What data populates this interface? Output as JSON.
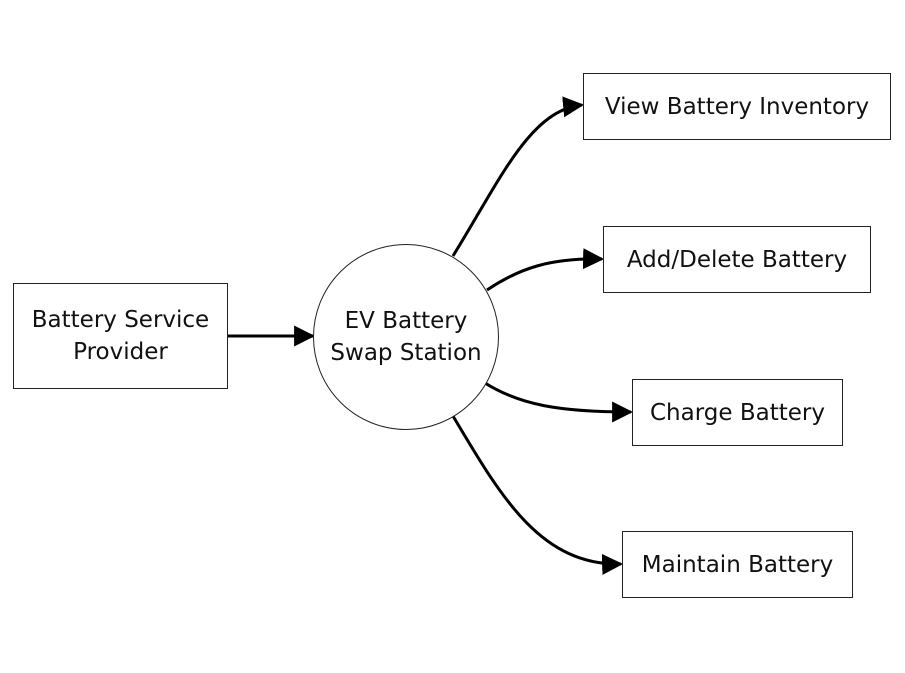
{
  "source": {
    "line1": "Battery Service",
    "line2": "Provider"
  },
  "hub": {
    "line1": "EV Battery",
    "line2": "Swap Station"
  },
  "targets": [
    {
      "label": "View Battery Inventory"
    },
    {
      "label": "Add/Delete Battery"
    },
    {
      "label": "Charge Battery"
    },
    {
      "label": "Maintain Battery"
    }
  ]
}
